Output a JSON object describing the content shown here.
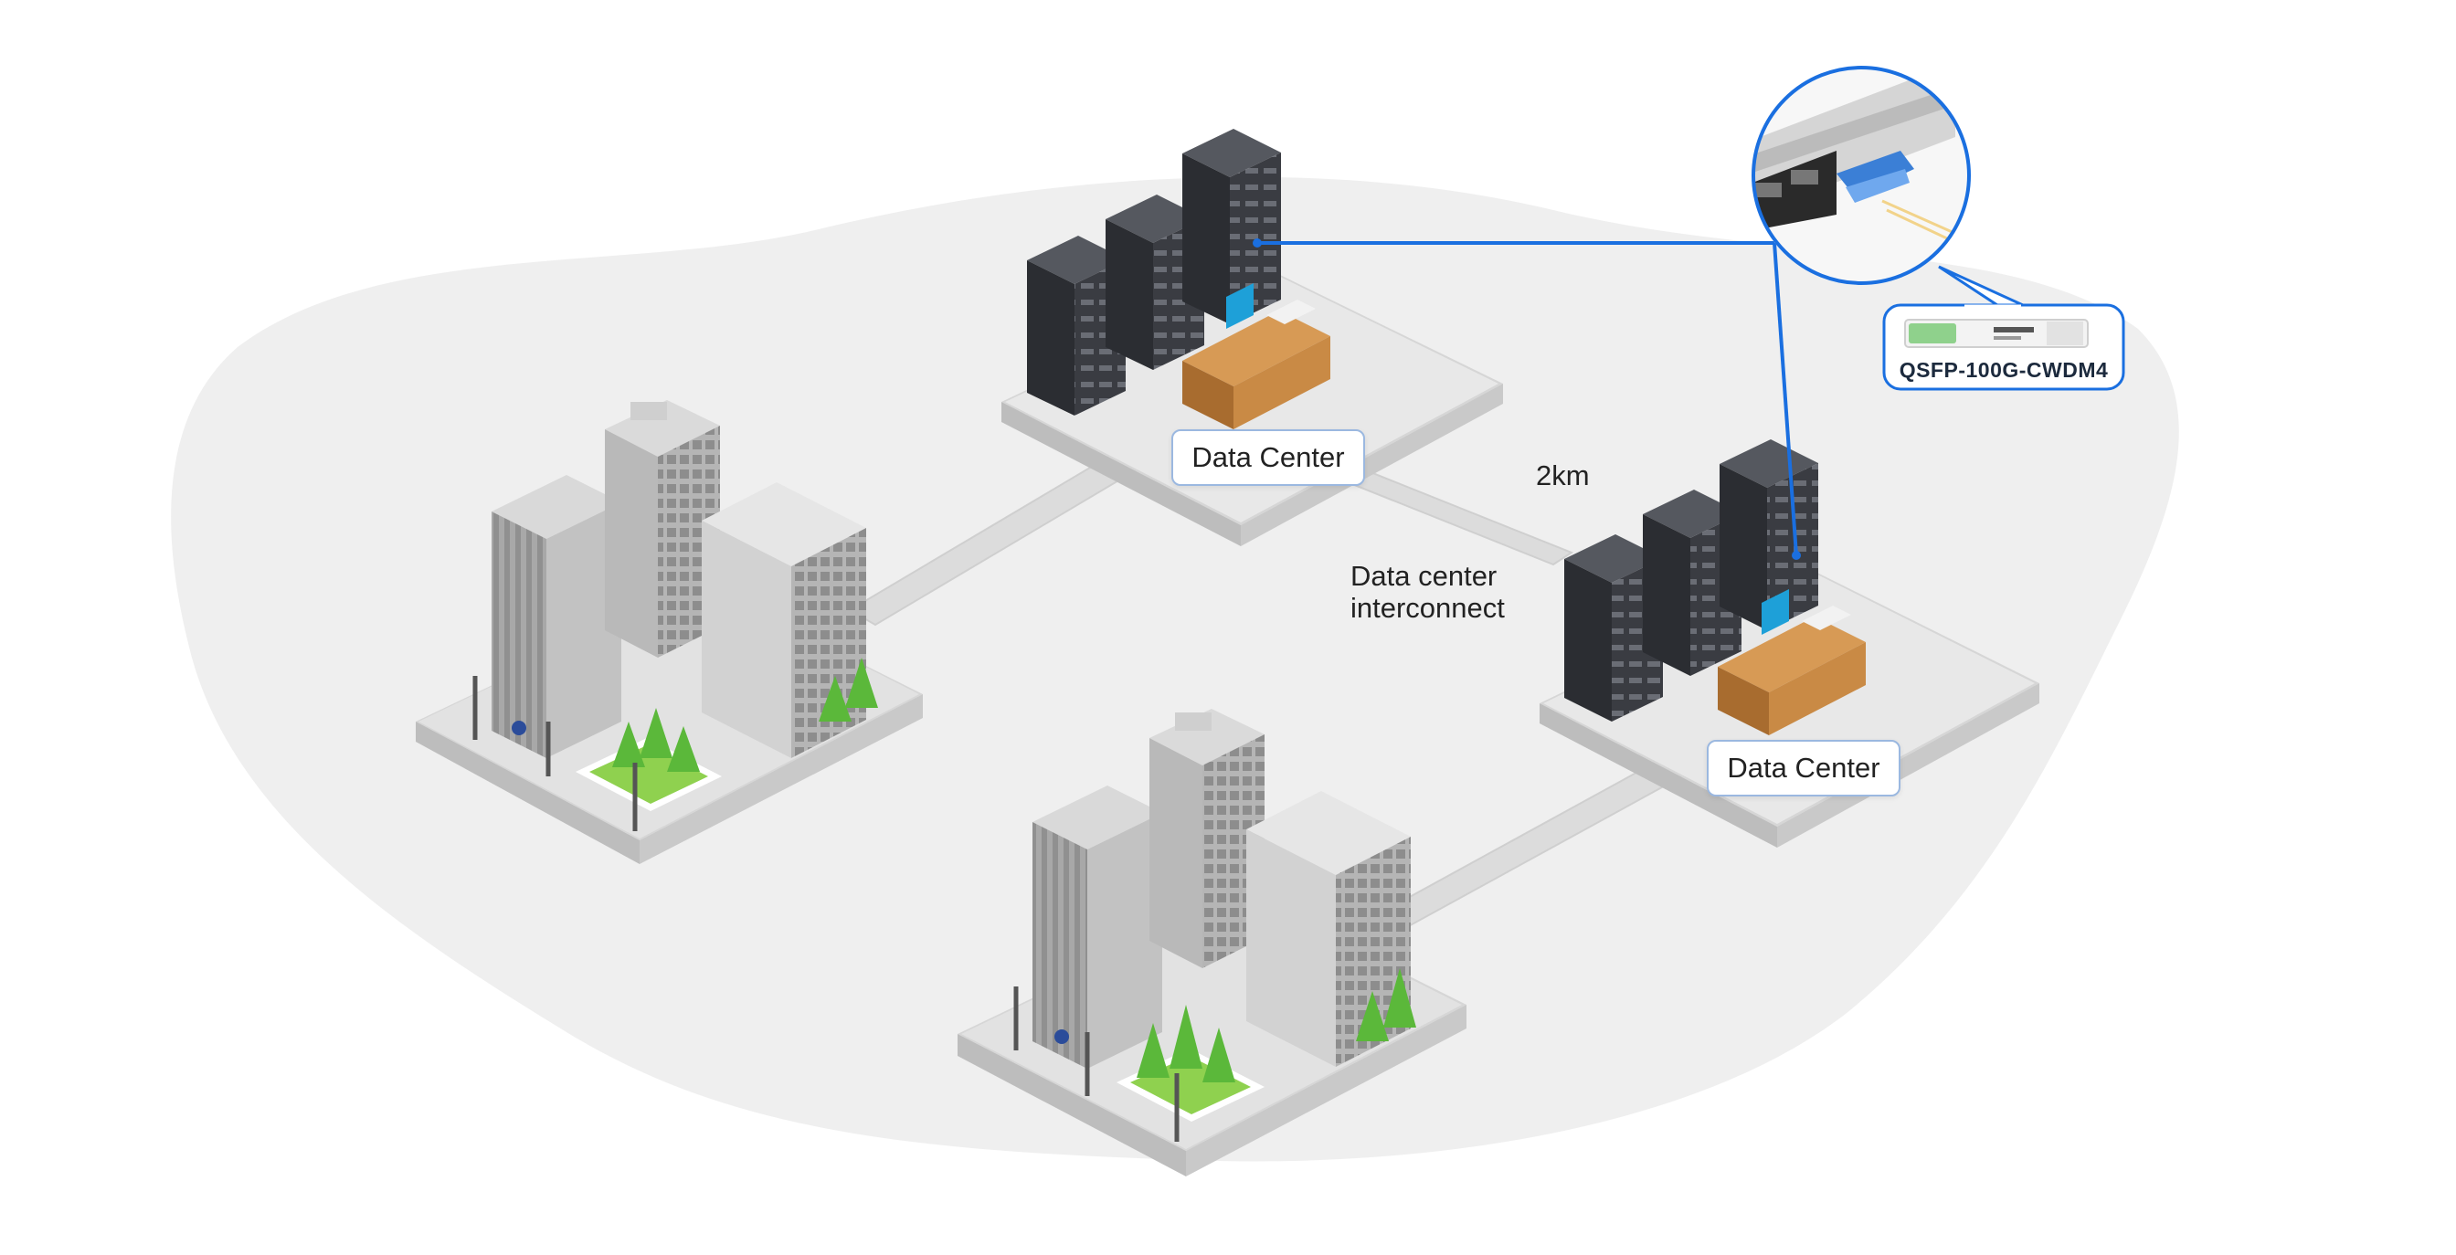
{
  "labels": {
    "data_center_1": "Data Center",
    "data_center_2": "Data Center",
    "distance": "2km",
    "interconnect_line1": "Data center",
    "interconnect_line2": "interconnect",
    "module": "QSFP-100G-CWDM4"
  },
  "colors": {
    "link_line": "#1a6fe0",
    "server_rack": "#3d3f45",
    "desk": "#c98a45",
    "grass": "#8fd14f",
    "tree": "#5bb83a",
    "building": "#c8c8c8",
    "platform": "#e4e4e4",
    "background_blob": "#efefef"
  }
}
